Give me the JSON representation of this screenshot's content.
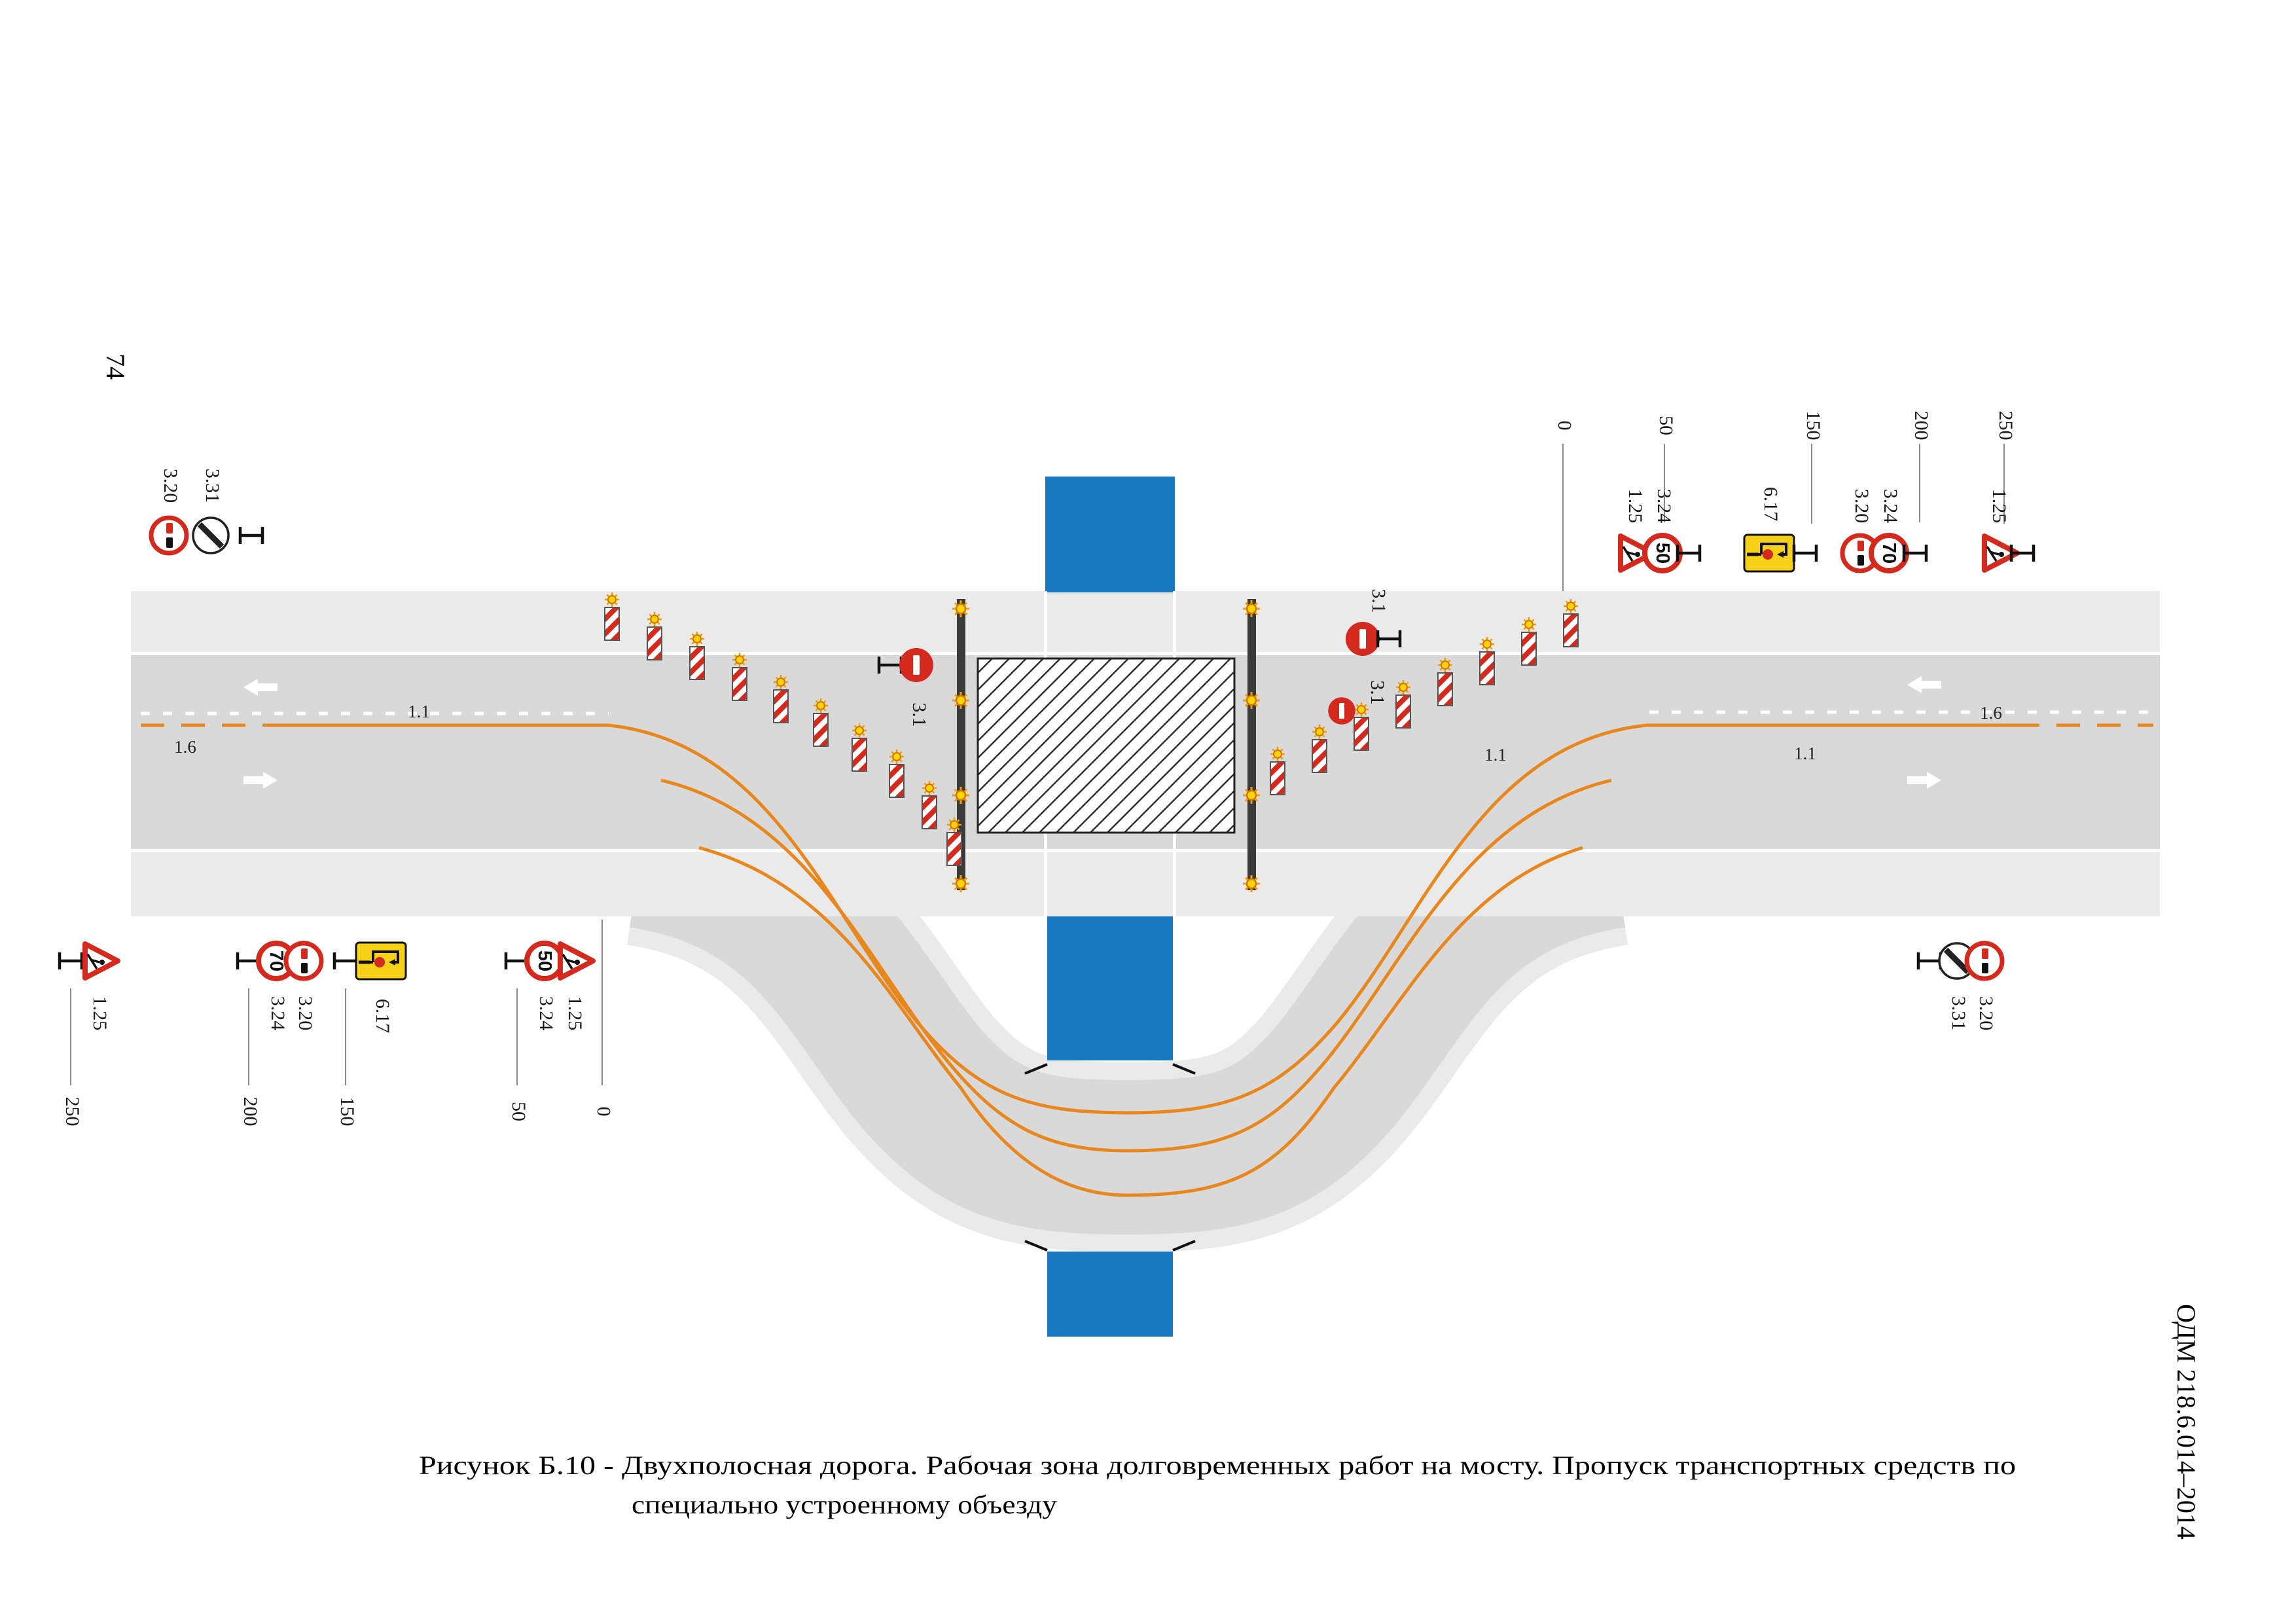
{
  "page": {
    "number": "74",
    "doc_code": "ОДМ 218.6.014–2014",
    "caption_line1": "Рисунок Б.10 - Двухполосная дорога. Рабочая зона долговременных работ на мосту. Пропуск транспортных средств по",
    "caption_line2": "специально устроенному объезду"
  },
  "sign_codes": {
    "roadworks": "1.25",
    "speed_limit": "3.24",
    "no_overtaking": "3.20",
    "end_restrictions": "3.31",
    "detour_scheme": "6.17",
    "no_entry": "3.1"
  },
  "sign_values": {
    "speed_50": "50",
    "speed_70": "70"
  },
  "marking_codes": {
    "solid_line": "1.1",
    "broken_line": "1.6"
  },
  "scale_top": [
    "0",
    "50",
    "150",
    "200",
    "250"
  ],
  "scale_bottom": [
    "250",
    "200",
    "150",
    "50",
    "0"
  ],
  "colors": {
    "road": "#d9d9d9",
    "shoulder": "#eaeaea",
    "river": "#1878c0",
    "temp_marking": "#e8871e",
    "sign_red": "#d42a1e",
    "sign_yellow": "#f7d117"
  }
}
